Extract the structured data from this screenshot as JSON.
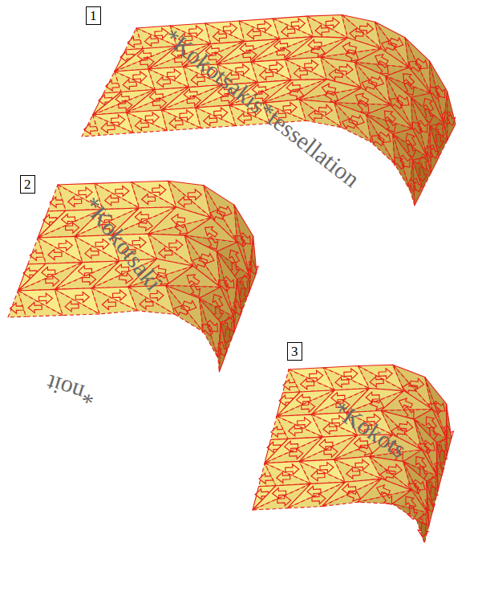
{
  "diagram": {
    "nodes": [
      {
        "text": [
          "1"
        ]
      },
      {
        "text": [
          "2"
        ]
      },
      {
        "text": [
          "3"
        ]
      }
    ],
    "labels": [
      "*Kokotsakis*tessellation",
      "*Kokotsaki",
      "*noit",
      "*Kokots"
    ]
  }
}
